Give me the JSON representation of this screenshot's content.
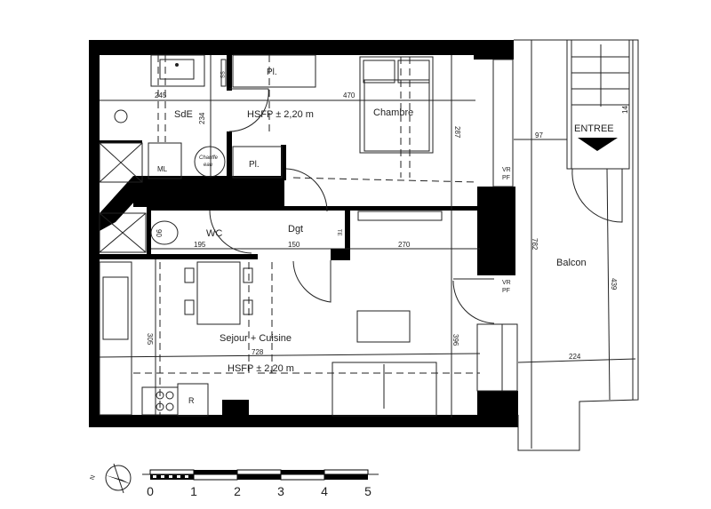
{
  "plan": {
    "rooms": {
      "sde": "SdE",
      "chambre": "Chambre",
      "wc": "WC",
      "dgt": "Dgt",
      "sejour": "Sejour + Cuisine",
      "balcon": "Balcon"
    },
    "fixtures": {
      "placard1": "Pl.",
      "placard2": "Pl.",
      "ml": "ML",
      "chauffe_eau_1": "Chauffe",
      "chauffe_eau_2": "eau",
      "ss": "SS",
      "te": "TE",
      "vrpf1_a": "VR",
      "vrpf1_b": "PF",
      "vrpf2_a": "VR",
      "vrpf2_b": "PF",
      "frigo": "R"
    },
    "heights": {
      "chambre": "HSFP ± 2,20 m",
      "sejour": "HSFP ± 2,20 m"
    },
    "entrance": "ENTREE",
    "dimensions": {
      "d245": "245",
      "d234": "234",
      "d470": "470",
      "d287": "287",
      "d97": "97",
      "d14": "14",
      "d782": "782",
      "d439": "439",
      "d195": "195",
      "d150": "150",
      "d270": "270",
      "d90": "90",
      "d305": "305",
      "d728": "728",
      "d396": "396",
      "d224": "224"
    }
  },
  "compass": {
    "label": "N"
  },
  "scale_bar": {
    "ticks": [
      "0",
      "1",
      "2",
      "3",
      "4",
      "5"
    ]
  }
}
